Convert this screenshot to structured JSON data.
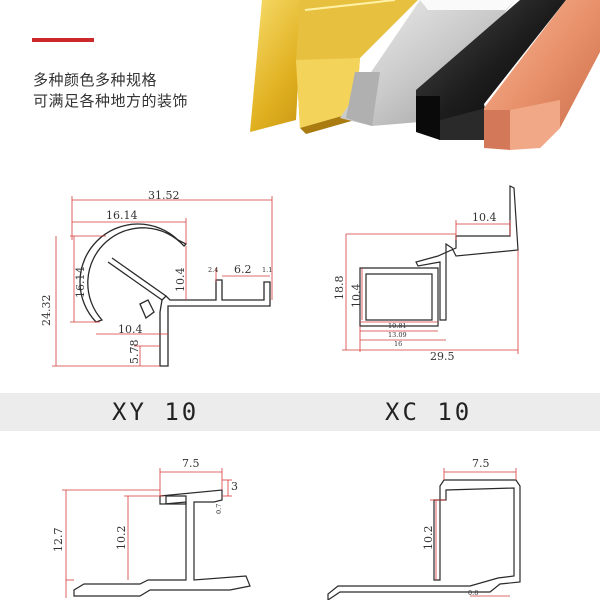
{
  "tagline": {
    "line1": "多种颜色多种规格",
    "line2": "可满足各种地方的装饰"
  },
  "colors": {
    "accent": "#cc2a2a",
    "dimension_line": "#d43a3a",
    "profile_outline": "#2a2a2a",
    "band": "#ececec",
    "gold": "#e0b020",
    "silver": "#c9c9c9",
    "black": "#1c1c1c",
    "rose_gold": "#e8916b"
  },
  "product_photo": {
    "finishes": [
      "gold",
      "silver",
      "black",
      "rose_gold"
    ]
  },
  "profiles": {
    "xy10": {
      "model": "XY 10",
      "dims": {
        "overall_width": "31.52",
        "arc_width": "16.14",
        "arc_height": "16.14",
        "total_height": "24.32",
        "inner_height": "10.4",
        "flange_width": "6.2",
        "small_a": "2.4",
        "small_b": "1.1",
        "base_width": "10.4",
        "leg_height": "5.78"
      }
    },
    "xc10": {
      "model": "XC 10",
      "dims": {
        "top_width": "10.4",
        "outer_height": "18.8",
        "inner_height": "10.4",
        "d1": "10.81",
        "d2": "13.09",
        "d3": "16",
        "overall_width": "29.5"
      }
    },
    "lower_left": {
      "dims": {
        "top_width": "7.5",
        "flange": "3",
        "lip": "0.7",
        "inner_height": "10.2",
        "outer_height": "12.7"
      }
    },
    "lower_right": {
      "dims": {
        "top_width": "7.5",
        "inner_height": "10.2",
        "base_a": "0.8"
      }
    }
  }
}
